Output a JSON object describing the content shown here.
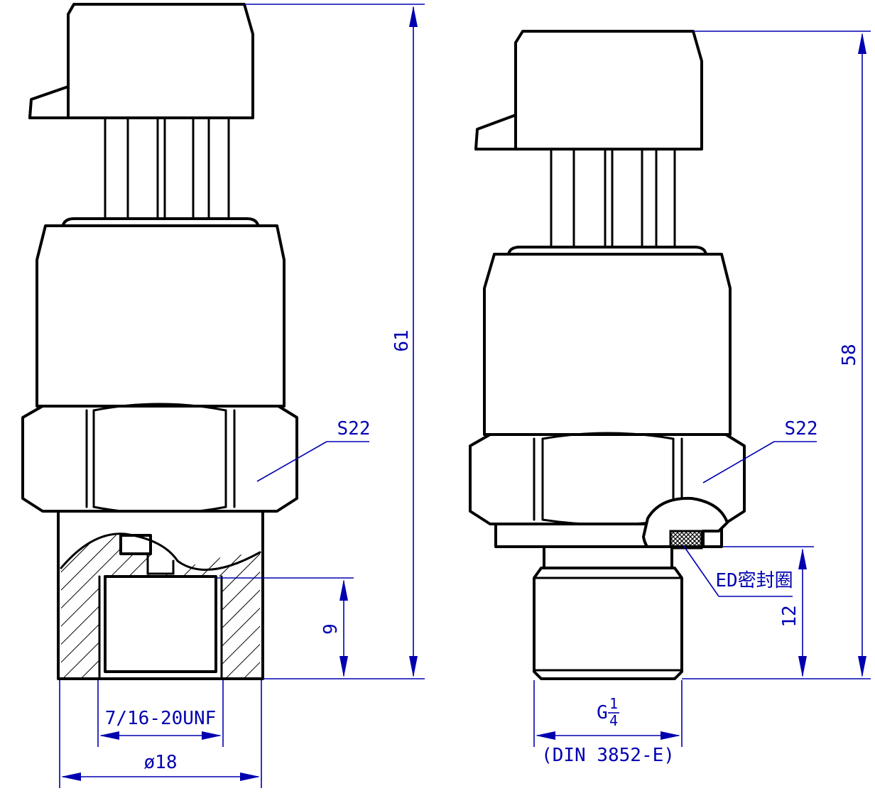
{
  "labels": {
    "left_height": "61",
    "left_hex": "S22",
    "left_thread_depth": "9",
    "left_thread": "7/16-20UNF",
    "left_diameter": "ø18",
    "right_height": "58",
    "right_hex": "S22",
    "right_seal": "ED密封圈",
    "right_thread_length": "12",
    "right_thread_main": "G",
    "right_thread_num": "1",
    "right_thread_den": "4",
    "right_standard": "(DIN 3852-E)"
  },
  "colors": {
    "outline": "#000000",
    "dimension": "#0000b0"
  }
}
